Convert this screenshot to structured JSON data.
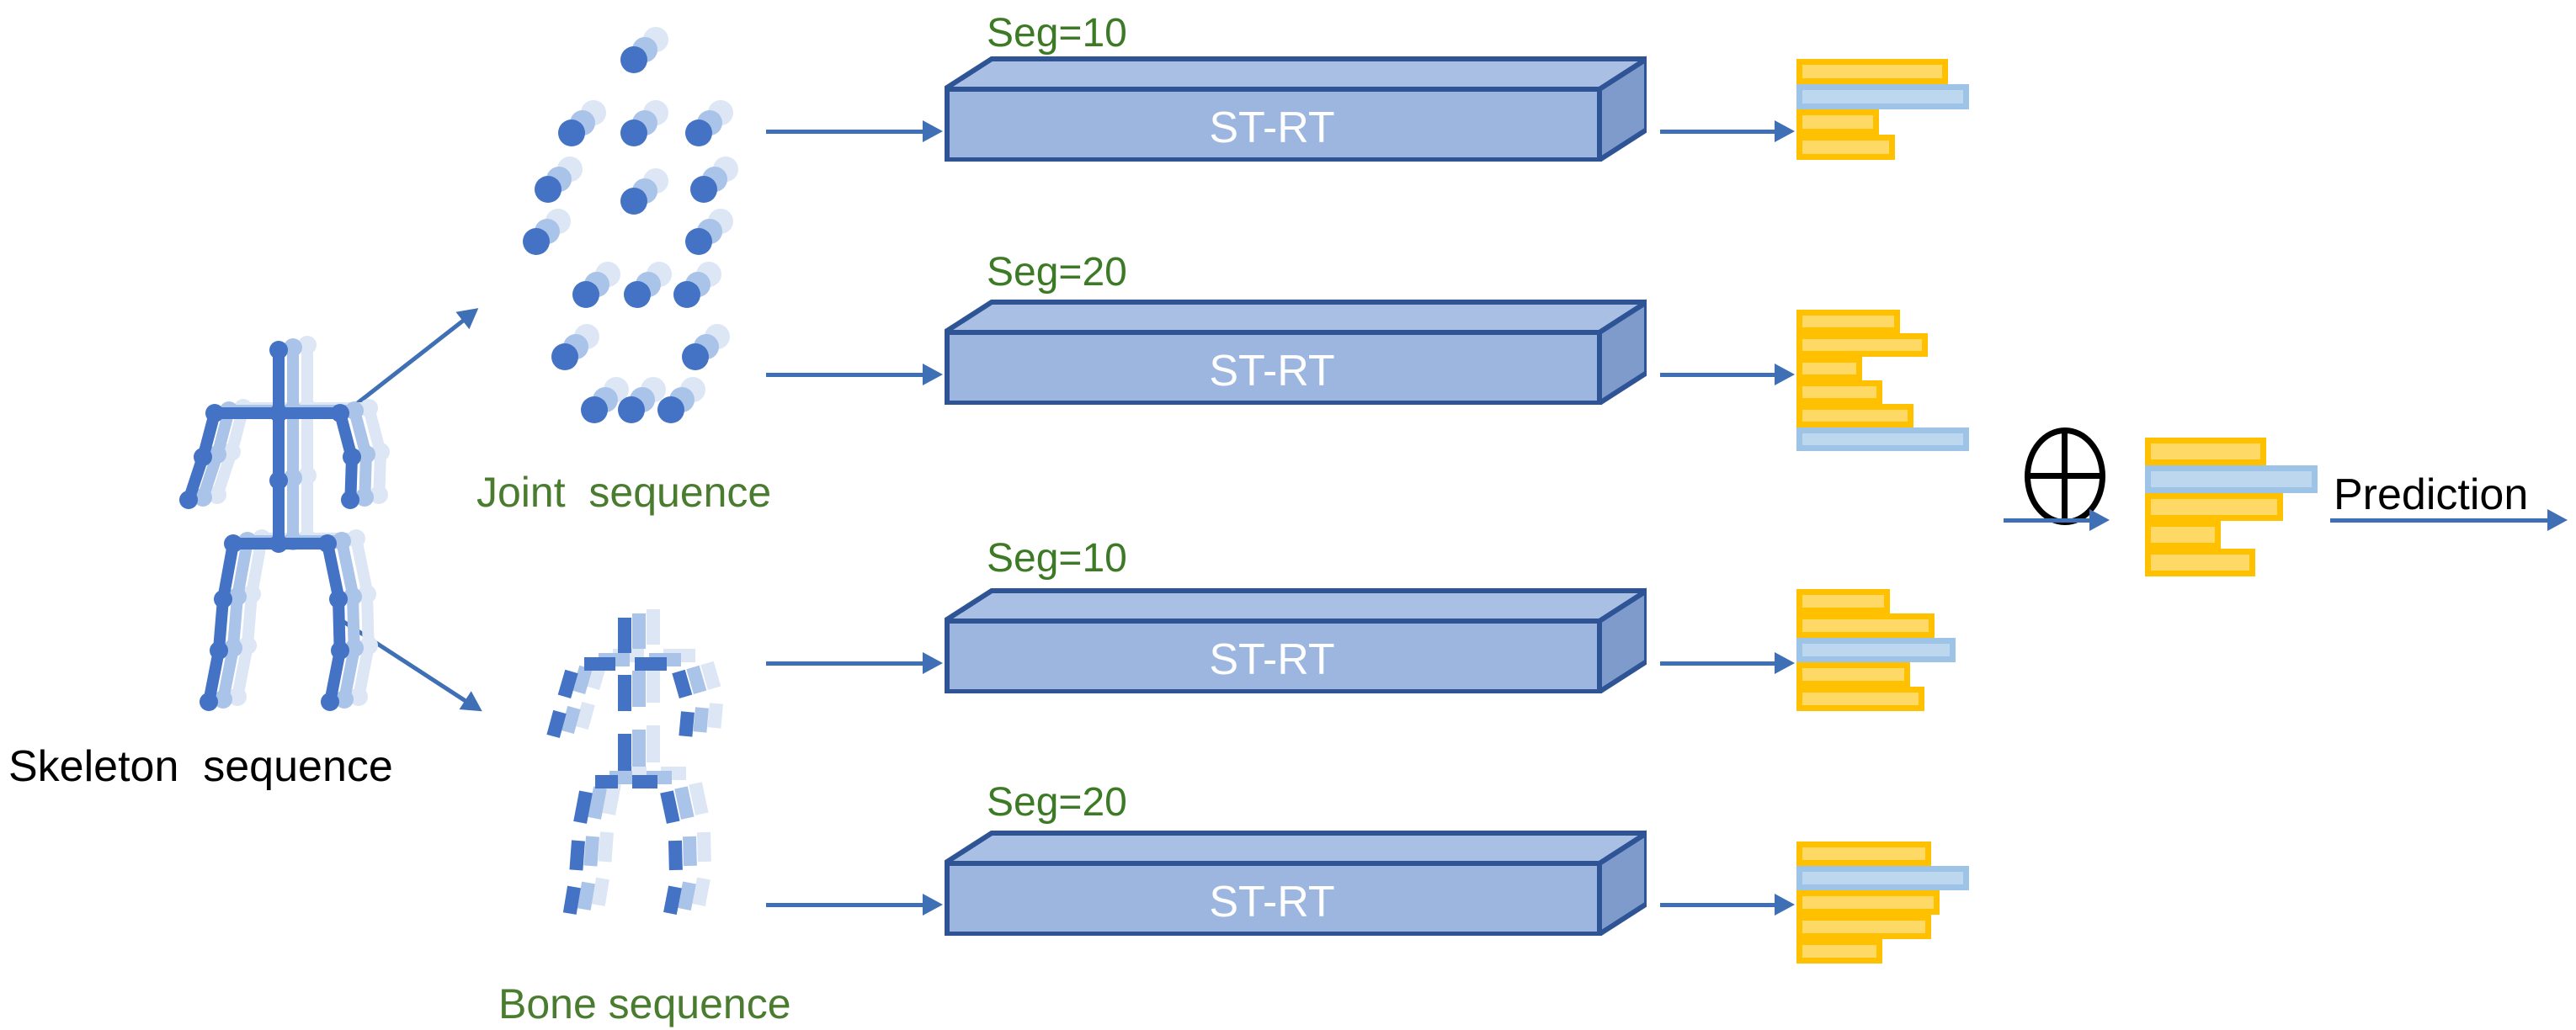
{
  "figure": {
    "title": "Two-stream multi-segment ST-RT skeleton action recognition pipeline",
    "labels": {
      "skeleton_sequence": "Skeleton  sequence",
      "joint_sequence": "Joint  sequence",
      "bone_sequence": "Bone sequence",
      "prediction": "Prediction",
      "fusion_symbol": "⊕"
    },
    "colors": {
      "label_black": "#000000",
      "label_green": "#4a7c2f",
      "arrow_blue": "#3f6fb5",
      "box_fill": "#9db6e0",
      "box_top_fill": "#a9bfe4",
      "box_side_fill": "#7f9bcc",
      "box_stroke": "#2e5496",
      "bar_yellow_fill": "#ffd966",
      "bar_yellow_stroke": "#ffc000",
      "bar_blue_fill": "#bdd7ee",
      "bar_blue_stroke": "#9dc3e6",
      "skeleton_dark": "#4472c4",
      "skeleton_mid": "#a9c4e8",
      "skeleton_light": "#dce6f5"
    }
  },
  "branches": [
    {
      "id": "joint-seg10",
      "stream": "joint",
      "seg_label": "Seg=10",
      "model_label": "ST-RT",
      "histogram": {
        "type": "bar",
        "orientation": "horizontal",
        "bars": [
          {
            "index": 0,
            "value": 88,
            "highlight": false
          },
          {
            "index": 1,
            "value": 100,
            "highlight": true
          },
          {
            "index": 2,
            "value": 48,
            "highlight": false
          },
          {
            "index": 3,
            "value": 57,
            "highlight": false
          }
        ]
      }
    },
    {
      "id": "joint-seg20",
      "stream": "joint",
      "seg_label": "Seg=20",
      "model_label": "ST-RT",
      "histogram": {
        "type": "bar",
        "orientation": "horizontal",
        "bars": [
          {
            "index": 0,
            "value": 60,
            "highlight": false
          },
          {
            "index": 1,
            "value": 76,
            "highlight": false
          },
          {
            "index": 2,
            "value": 38,
            "highlight": false
          },
          {
            "index": 3,
            "value": 50,
            "highlight": false
          },
          {
            "index": 4,
            "value": 68,
            "highlight": false
          },
          {
            "index": 5,
            "value": 100,
            "highlight": true
          }
        ]
      }
    },
    {
      "id": "bone-seg10",
      "stream": "bone",
      "seg_label": "Seg=10",
      "model_label": "ST-RT",
      "histogram": {
        "type": "bar",
        "orientation": "horizontal",
        "bars": [
          {
            "index": 0,
            "value": 54,
            "highlight": false
          },
          {
            "index": 1,
            "value": 80,
            "highlight": false
          },
          {
            "index": 2,
            "value": 92,
            "highlight": true
          },
          {
            "index": 3,
            "value": 66,
            "highlight": false
          },
          {
            "index": 4,
            "value": 74,
            "highlight": false
          }
        ]
      }
    },
    {
      "id": "bone-seg20",
      "stream": "bone",
      "seg_label": "Seg=20",
      "model_label": "ST-RT",
      "histogram": {
        "type": "bar",
        "orientation": "horizontal",
        "bars": [
          {
            "index": 0,
            "value": 78,
            "highlight": false
          },
          {
            "index": 1,
            "value": 100,
            "highlight": true
          },
          {
            "index": 2,
            "value": 83,
            "highlight": false
          },
          {
            "index": 3,
            "value": 78,
            "highlight": false
          },
          {
            "index": 4,
            "value": 50,
            "highlight": false
          }
        ]
      }
    }
  ],
  "fused_histogram": {
    "type": "bar",
    "orientation": "horizontal",
    "bars": [
      {
        "index": 0,
        "value": 70,
        "highlight": false
      },
      {
        "index": 1,
        "value": 100,
        "highlight": true
      },
      {
        "index": 2,
        "value": 80,
        "highlight": false
      },
      {
        "index": 3,
        "value": 44,
        "highlight": false
      },
      {
        "index": 4,
        "value": 64,
        "highlight": false
      }
    ]
  },
  "chart_data": {
    "type": "bar",
    "title": "Per-branch class-score histograms and fused prediction",
    "xlabel": "",
    "ylabel": "",
    "series": [
      {
        "name": "joint-seg10",
        "values": [
          88,
          100,
          48,
          57
        ],
        "highlight_index": 1
      },
      {
        "name": "joint-seg20",
        "values": [
          60,
          76,
          38,
          50,
          68,
          100
        ],
        "highlight_index": 5
      },
      {
        "name": "bone-seg10",
        "values": [
          54,
          80,
          92,
          66,
          74
        ],
        "highlight_index": 2
      },
      {
        "name": "bone-seg20",
        "values": [
          78,
          100,
          83,
          78,
          50
        ],
        "highlight_index": 1
      },
      {
        "name": "fused",
        "values": [
          70,
          100,
          80,
          44,
          64
        ],
        "highlight_index": 1
      }
    ]
  }
}
